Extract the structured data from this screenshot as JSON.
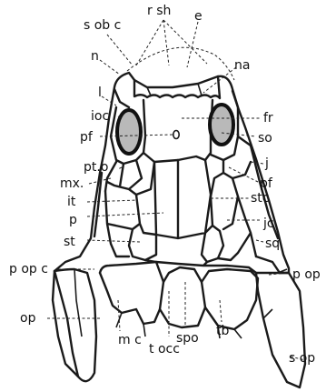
{
  "labels": {
    "sobc": "s ob c",
    "rsh": "r sh",
    "e": "e",
    "n": "n",
    "na": "na",
    "l": "l",
    "ioc": "ioc",
    "fr": "fr",
    "pf_left": "pf",
    "so": "so",
    "pto": "pt.o",
    "j": "j",
    "mx": "mx.",
    "pf_right": "pf",
    "it": "it",
    "stc": "stc",
    "p": "p",
    "jc": "jc",
    "st": "st",
    "sq": "sq",
    "popc": "p op c",
    "pop": "p op",
    "op": "op",
    "mc": "m c",
    "spo": "spo",
    "tb": "tb",
    "sop": "s op",
    "tocc": "t occ"
  }
}
